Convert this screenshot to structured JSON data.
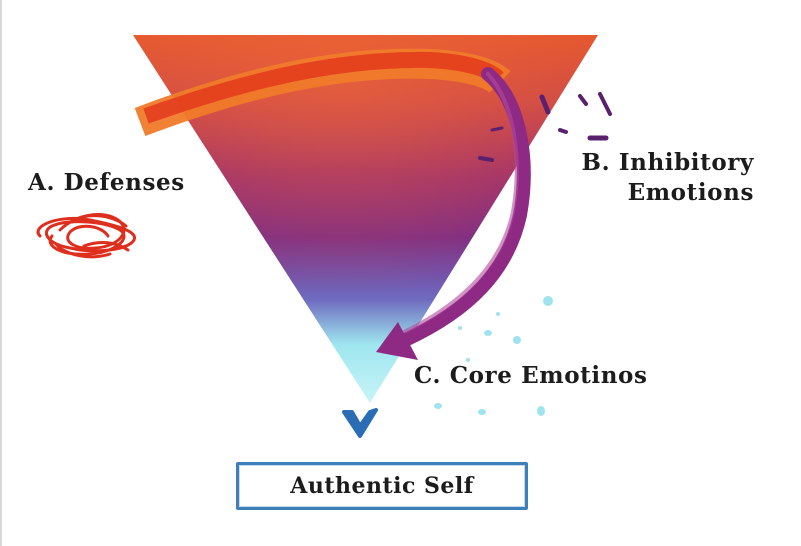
{
  "labels": {
    "defenses": "A. Defenses",
    "inhibitory_line1": "B. Inhibitory",
    "inhibitory_line2": "Emotions",
    "core": "C. Core Emotinos",
    "authentic": "Authentic Self"
  },
  "icons": {
    "scribble": "tangled-scribble-icon",
    "down_arrow": "chevron-down-icon"
  },
  "colors": {
    "triangle_top": "#e5582e",
    "triangle_mid": "#8a2a78",
    "triangle_bottom": "#9eeaf0",
    "defense_arrow": "#e23a1c",
    "inhibitory_arrow": "#8e2a83",
    "scribble": "#de2f1e",
    "core_dots": "#9fe3ef",
    "authentic_box": "#3f7fb8",
    "authentic_chevron": "#2a6db5"
  }
}
